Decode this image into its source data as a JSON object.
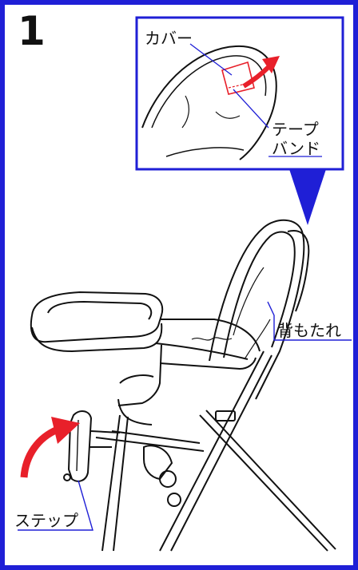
{
  "step": {
    "number": "1"
  },
  "callout": {
    "cover_label": "カバー",
    "tape_label": "テープ",
    "band_label": "バンド"
  },
  "labels": {
    "backrest": "背もたれ",
    "step": "ステップ"
  },
  "colors": {
    "frame_blue": "#1f1fd6",
    "arrow_red": "#e8202a",
    "line": "#111111"
  }
}
